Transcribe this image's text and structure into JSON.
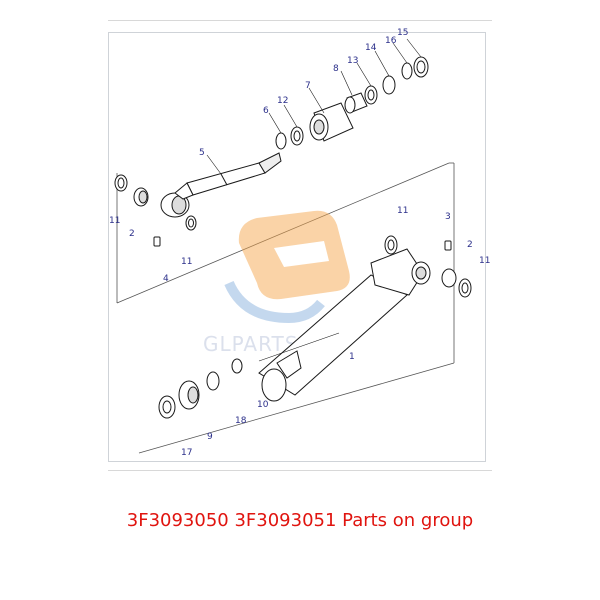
{
  "caption": "3F3093050 3F3093051 Parts on group",
  "watermark": {
    "text": "GLPARTS.CN"
  },
  "callouts": {
    "c15": "15",
    "c16": "16",
    "c14": "14",
    "c13": "13",
    "c8": "8",
    "c7": "7",
    "c12": "12",
    "c6": "6",
    "c5": "5",
    "c11a": "11",
    "c2a": "2",
    "c4": "4",
    "c11b": "11",
    "c11c": "11",
    "c3": "3",
    "c2b": "2",
    "c11d": "11",
    "c1": "1",
    "c10": "10",
    "c18": "18",
    "c9": "9",
    "c17": "17"
  },
  "colors": {
    "caption": "#e0140f",
    "callout": "#2b2f8a",
    "linework": "#1a1a1a",
    "watermark_orange": "#f5a54a",
    "watermark_blue": "#8fb5de"
  }
}
